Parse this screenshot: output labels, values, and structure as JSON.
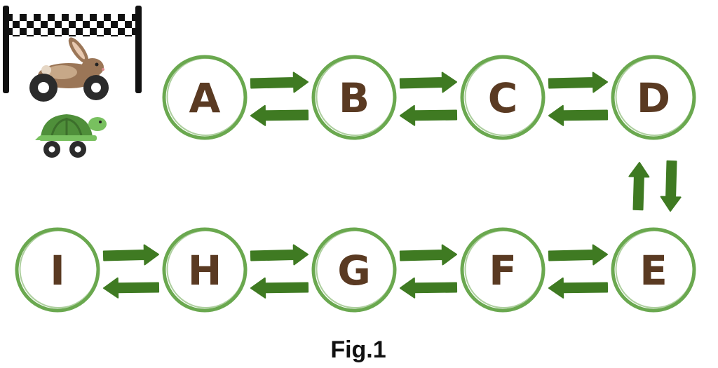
{
  "colors": {
    "node_ring": "#6aa84f",
    "arrow": "#3f7a22",
    "label": "#5a3a22",
    "caption": "#111111",
    "flag_pole": "#111111",
    "rabbit_body": "#9b7657",
    "turtle_shell": "#4f8f3a",
    "wheel": "#2b2b2b"
  },
  "diagram": {
    "nodes": [
      {
        "id": "A",
        "label": "A"
      },
      {
        "id": "B",
        "label": "B"
      },
      {
        "id": "C",
        "label": "C"
      },
      {
        "id": "D",
        "label": "D"
      },
      {
        "id": "E",
        "label": "E"
      },
      {
        "id": "F",
        "label": "F"
      },
      {
        "id": "G",
        "label": "G"
      },
      {
        "id": "H",
        "label": "H"
      },
      {
        "id": "I",
        "label": "I"
      }
    ],
    "edges": [
      {
        "from": "A",
        "to": "B",
        "bidirectional": true
      },
      {
        "from": "B",
        "to": "C",
        "bidirectional": true
      },
      {
        "from": "C",
        "to": "D",
        "bidirectional": true
      },
      {
        "from": "D",
        "to": "E",
        "bidirectional": true
      },
      {
        "from": "E",
        "to": "F",
        "bidirectional": true
      },
      {
        "from": "F",
        "to": "G",
        "bidirectional": true
      },
      {
        "from": "G",
        "to": "H",
        "bidirectional": true
      },
      {
        "from": "H",
        "to": "I",
        "bidirectional": true
      }
    ],
    "icons": [
      "finish-flag-icon",
      "rabbit-car-icon",
      "turtle-car-icon"
    ]
  },
  "caption": "Fig.1"
}
